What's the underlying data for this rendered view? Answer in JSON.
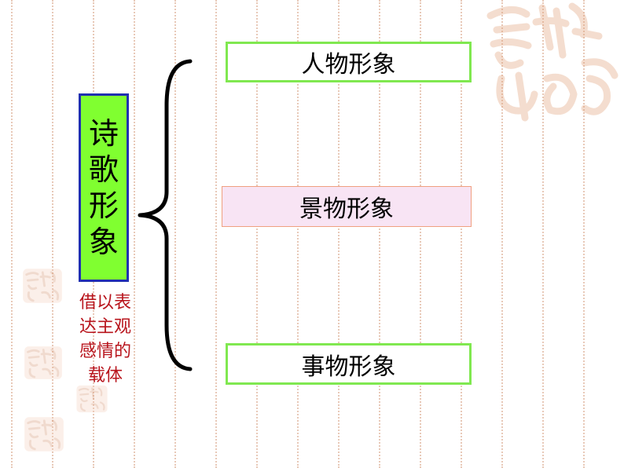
{
  "diagram": {
    "main_label": [
      "诗",
      "歌",
      "形",
      "象"
    ],
    "caption_lines": [
      "借以表",
      "达主观",
      "感情的",
      "载体"
    ],
    "categories": [
      {
        "label": "人物形象"
      },
      {
        "label": "景物形象"
      },
      {
        "label": "事物形象"
      }
    ]
  },
  "colors": {
    "main_fill": "#80ff30",
    "main_border": "#2030b0",
    "caption_text": "#b8141c",
    "green_border": "#80e850",
    "pink_fill": "#f8e4f4",
    "pink_border": "#f0a080",
    "stamp": "#e8b090"
  }
}
